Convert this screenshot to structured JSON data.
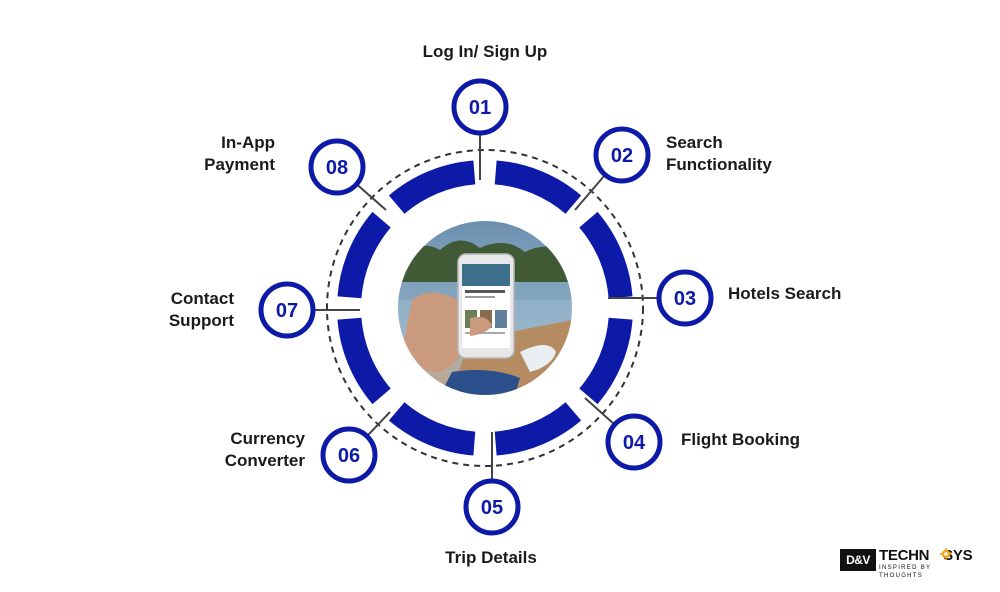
{
  "diagram": {
    "accent_color": "#0d1aa8",
    "dashed_ring_color": "#333333",
    "connector_color": "#444444",
    "center_image": "hand holding a smartphone with a travel app",
    "features": [
      {
        "number": "01",
        "label_lines": [
          "Log In/ Sign Up"
        ]
      },
      {
        "number": "02",
        "label_lines": [
          "Search",
          "Functionality"
        ]
      },
      {
        "number": "03",
        "label_lines": [
          "Hotels Search"
        ]
      },
      {
        "number": "04",
        "label_lines": [
          "Flight Booking"
        ]
      },
      {
        "number": "05",
        "label_lines": [
          "Trip Details"
        ]
      },
      {
        "number": "06",
        "label_lines": [
          "Currency",
          "Converter"
        ]
      },
      {
        "number": "07",
        "label_lines": [
          "Contact",
          "Support"
        ]
      },
      {
        "number": "08",
        "label_lines": [
          "In-App",
          "Payment"
        ]
      }
    ]
  },
  "logo": {
    "mark": "D&V",
    "name_prefix": "TECHN",
    "name_suffix": "SYS",
    "tagline": "INSPIRED BY THOUGHTS"
  }
}
